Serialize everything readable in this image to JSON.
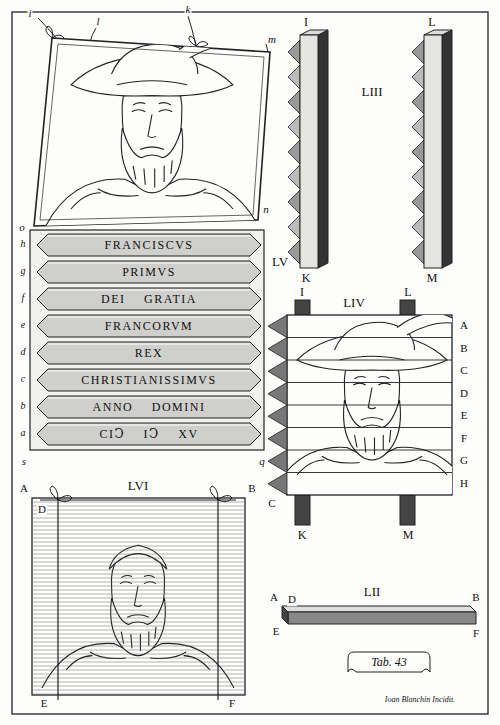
{
  "diagram": {
    "nodes": [
      {
        "text": [
          "FRANCISCVS"
        ]
      },
      {
        "text": [
          "PRIMVS"
        ]
      },
      {
        "text": [
          "DEI GRATIA"
        ]
      },
      {
        "text": [
          "FRANCORVM"
        ]
      },
      {
        "text": [
          "REX"
        ]
      },
      {
        "text": [
          "CHRISTIANISSIMVS"
        ]
      },
      {
        "text": [
          "ANNO DOMINI"
        ]
      },
      {
        "text": [
          "CIↃ IↃ XV"
        ]
      },
      {
        "text": [
          "Tab. 43"
        ]
      }
    ],
    "labels": [
      "i",
      "l",
      "k",
      "m",
      "o",
      "n",
      "LV",
      "h",
      "g",
      "f",
      "e",
      "d",
      "c",
      "b",
      "a",
      "s",
      "q",
      "I",
      "L",
      "LIII",
      "K",
      "M",
      "I",
      "L",
      "LIV",
      "A",
      "B",
      "C",
      "D",
      "E",
      "F",
      "G",
      "H",
      "C",
      "K",
      "M",
      "A",
      "B",
      "LVI",
      "D",
      "E",
      "F",
      "LII",
      "A",
      "B",
      "D",
      "E",
      "F",
      "Ioan Blanchin Incidit."
    ]
  }
}
